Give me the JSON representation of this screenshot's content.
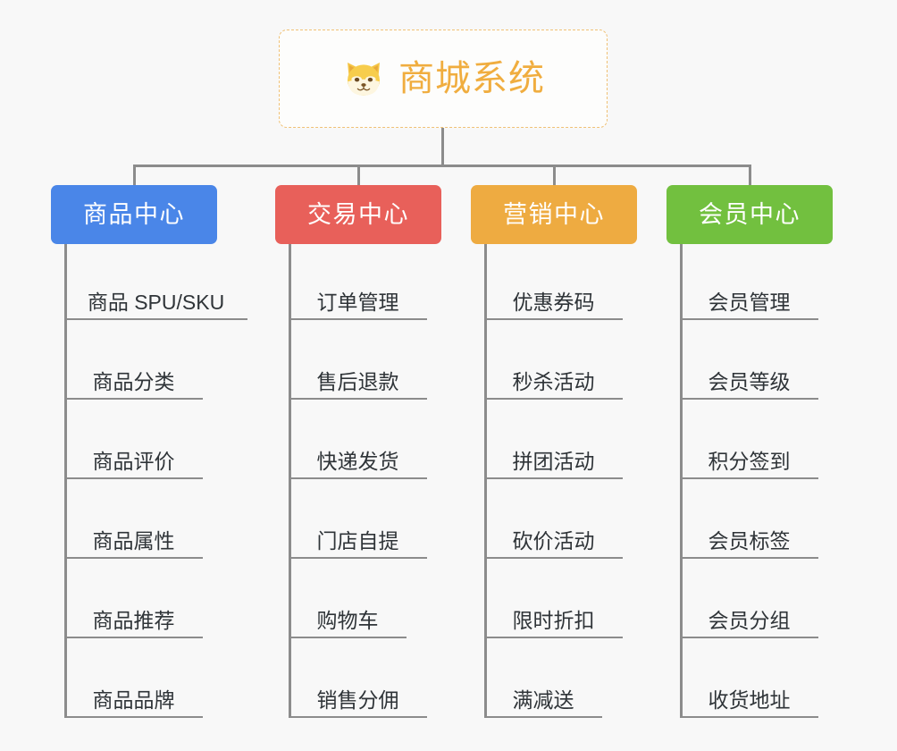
{
  "canvas": {
    "background": "#f8f8f8",
    "line_color": "#8c8c8c"
  },
  "root": {
    "title": "商城系统",
    "icon": "shiba-dog-face-emoji",
    "text_color": "#f0ad3f",
    "border_color": "#f0c175",
    "background": "#fdfdfc"
  },
  "branches": [
    {
      "label": "商品中心",
      "color": "#4a86e8",
      "items": [
        "商品 SPU/SKU",
        "商品分类",
        "商品评价",
        "商品属性",
        "商品推荐",
        "商品品牌"
      ]
    },
    {
      "label": "交易中心",
      "color": "#e8605a",
      "items": [
        "订单管理",
        "售后退款",
        "快递发货",
        "门店自提",
        "购物车",
        "销售分佣"
      ]
    },
    {
      "label": "营销中心",
      "color": "#eeab41",
      "items": [
        "优惠券码",
        "秒杀活动",
        "拼团活动",
        "砍价活动",
        "限时折扣",
        "满减送"
      ]
    },
    {
      "label": "会员中心",
      "color": "#72c03f",
      "items": [
        "会员管理",
        "会员等级",
        "积分签到",
        "会员标签",
        "会员分组",
        "收货地址"
      ]
    }
  ]
}
